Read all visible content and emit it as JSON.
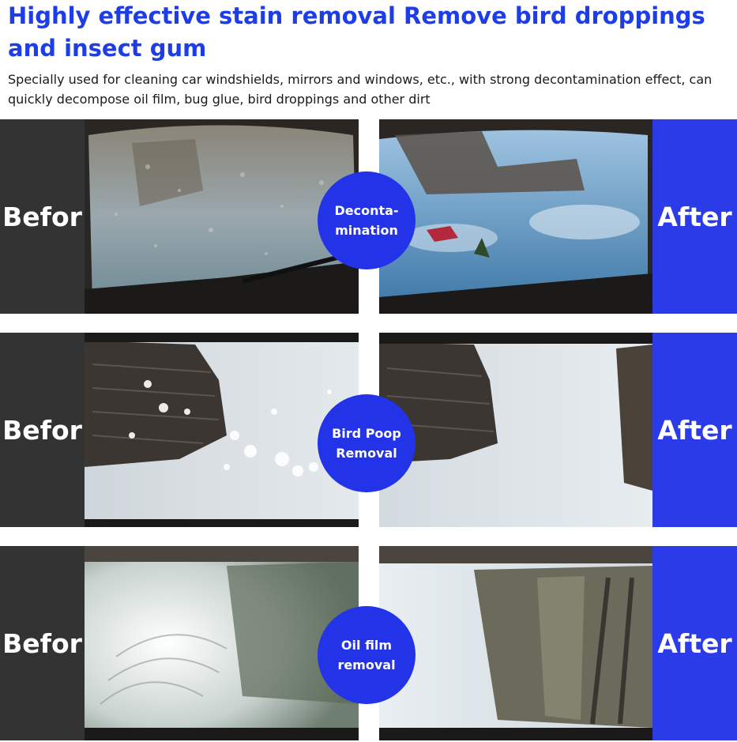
{
  "header": {
    "headline": "Highly effective stain removal Remove bird droppings and insect gum",
    "description": "Specially used for cleaning car windshields, mirrors and windows, etc., with strong decontamination effect, can quickly decompose oil film, bug glue, bird droppings and other dirt"
  },
  "colors": {
    "accent_blue": "#2b3be8",
    "headline_blue": "#1d3de6",
    "before_panel": "#333333"
  },
  "comparisons": [
    {
      "before_label": "Befor",
      "after_label": "After",
      "badge_text": "Deconta-\nmination"
    },
    {
      "before_label": "Befor",
      "after_label": "After",
      "badge_text": "Bird Poop\nRemoval"
    },
    {
      "before_label": "Befor",
      "after_label": "After",
      "badge_text": "Oil film\nremoval"
    }
  ]
}
